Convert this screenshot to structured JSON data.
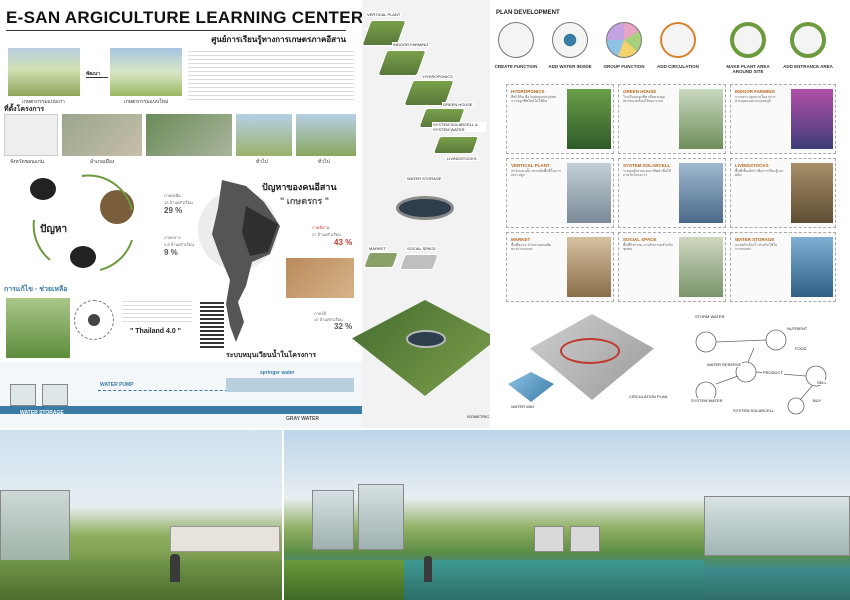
{
  "header": {
    "title": "E-SAN ARGICULTURE LEARNING CENTER",
    "subtitle": "ศูนย์การเรียนรู้ทางการเกษตรภาคอีสาน"
  },
  "left": {
    "photo_captions": [
      "เกษตรกรรมแบบเก่า",
      "พัฒนา",
      "เกษตรกรรมแบบใหม่"
    ],
    "site_heading": "ที่ตั้งโครงการ",
    "site_captions": [
      "จังหวัดขอนแก่น",
      "อำเภอเมือง",
      "ทั่วไป",
      "ทั่วไป"
    ],
    "problem_label": "ปัญหา",
    "problem_heading": "ปัญหาของคนอีสาน",
    "farmer_quote": "\" เกษตรกร \"",
    "stats": [
      {
        "label": "ภาคเหนือ",
        "value": "13",
        "unit": "ล้านครัวเรือน",
        "pct": "29 %"
      },
      {
        "label": "ภาคกลาง",
        "value": "0.8",
        "unit": "ล้านครัวเรือน",
        "pct": "9 %"
      },
      {
        "label": "ภาคอีสาน",
        "value": "27",
        "unit": "ล้านครัวเรือน",
        "pct": "43 %"
      },
      {
        "label": "ภาคใต้",
        "value": "10",
        "unit": "ล้านครัวเรือน",
        "pct": "32 %"
      }
    ],
    "solution_heading": "การแก้ไข - ช่วยเหลือ",
    "thailand_quote": "\" Thailand 4.0 \"",
    "system_heading": "ระบบหมุนเวียนน้ำในโครงการ",
    "water_pump": "WATER PUMP",
    "sprinkler": "springer water",
    "gray_water": "GRAY WATER",
    "water_storage": "WATER STORAGE"
  },
  "center": {
    "labels": [
      "VERTICAL PLANT",
      "INDOOR FARMING",
      "HYDROPONICS",
      "GREEN HOUSE",
      "SYSTEM SOLARCELL & SYSTEM WATER",
      "LIVINGSTOCKS",
      "WATER STORAGE",
      "MARKET",
      "SOCIAL SPACE",
      "ISOMETRIC"
    ]
  },
  "right": {
    "plan_heading": "PLAN DEVELOPMENT",
    "steps": [
      "CREATE FUNCTION",
      "ADD WATER INSIDE",
      "GROUP FUNCTION",
      "ADD CIRCULATION",
      "MAKE PLANT AREA AROUND SITE",
      "ADD ENTRANCE AREA"
    ],
    "functions": [
      {
        "title": "HYDROPONICS",
        "text": "พืชไร้ดิน คือ hydroponic plant การปลูกพืชโดยไม่ใช้ดิน"
      },
      {
        "title": "GREEN HOUSE",
        "text": "โรงเรือนปลูกพืช เพื่อควบคุมสภาพแวดล้อมให้เหมาะสม"
      },
      {
        "title": "INDOOR FARMING",
        "text": "การเพาะปลูกภายในอาคาร ควบคุมแสงและอุณหภูมิ"
      },
      {
        "title": "VERTICAL PLANT",
        "text": "ฟาร์มแนวตั้ง ประหยัดพื้นที่ในการเพาะปลูก"
      },
      {
        "title": "SYSTEM SOLARCELL",
        "text": "ระบบพลังงานแสงอาทิตย์ เพื่อใช้ภายในโครงการ"
      },
      {
        "title": "LIVINGSTOCKS",
        "text": "พื้นที่เลี้ยงสัตว์ เพื่อการเรียนรู้และผลิต"
      },
      {
        "title": "MARKET",
        "text": "พื้นที่ตลาด จำหน่ายผลผลิตทางการเกษตร"
      },
      {
        "title": "SOCIAL SPACE",
        "text": "พื้นที่กิจกรรม ลานกิจกรรมสำหรับชุมชน"
      },
      {
        "title": "WATER STORAGE",
        "text": "แหล่งกักเก็บน้ำ สำหรับใช้ในการเกษตร"
      }
    ],
    "circulation_plan": "CIRCULATION PLAN",
    "water_way": "WATER WAY",
    "cycle": [
      "STORM WATER",
      "NUTRIENT",
      "FOOD",
      "WATER RESERVE",
      "PRODUCT",
      "SELL",
      "BUY",
      "SYSTEM WATER",
      "SYSTEM SOLARCELL"
    ]
  },
  "colors": {
    "accent": "#d9822b",
    "green": "#6b9a3c",
    "blue": "#3a7ca5",
    "red": "#c0392b"
  }
}
